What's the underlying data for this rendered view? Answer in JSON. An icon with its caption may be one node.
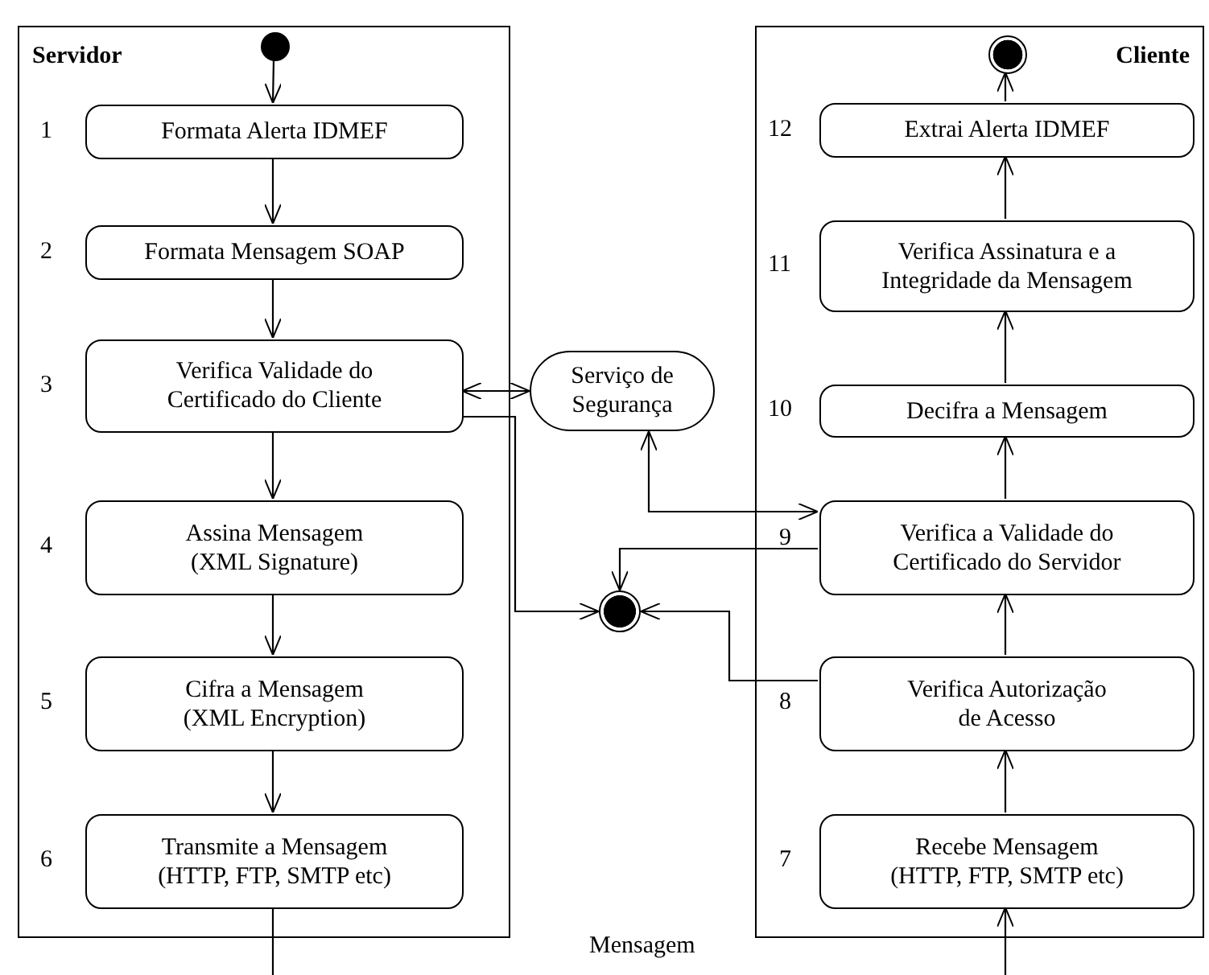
{
  "diagram": {
    "nodes": [
      {
        "text": [
          "Servidor"
        ]
      },
      {
        "text": [],
        "shape": "circle",
        "in": 0
      },
      {
        "text": [
          "Formata Alerta IDMEF"
        ],
        "beside": [
          "1"
        ],
        "in": 0
      },
      {
        "text": [
          "Formata Mensagem SOAP"
        ],
        "beside": [
          "2"
        ],
        "in": 0
      },
      {
        "text": [
          "Verifica Validade do Certificado do Cliente"
        ],
        "beside": [
          "3"
        ],
        "in": 0
      },
      {
        "text": [
          "Assina Mensagem (XML Signature)"
        ],
        "beside": [
          "4"
        ],
        "in": 0
      },
      {
        "text": [
          "Cifra a Mensagem (XML Encryption)"
        ],
        "beside": [
          "5"
        ],
        "in": 0
      },
      {
        "text": [
          "Transmite a Mensagem (HTTP, FTP, SMTP etc)"
        ],
        "beside": [
          "6"
        ],
        "in": 0
      },
      {
        "text": [
          "Serviço de Segurança"
        ]
      },
      {
        "text": [],
        "shape": "circle"
      },
      {
        "text": [
          "Cliente"
        ]
      },
      {
        "text": [],
        "shape": "circle",
        "in": 10
      },
      {
        "text": [
          "Extrai Alerta IDMEF"
        ],
        "beside": [
          "12"
        ],
        "in": 10
      },
      {
        "text": [
          "Verifica Assinatura e a Integridade da Mensagem"
        ],
        "beside": [
          "11"
        ],
        "in": 10
      },
      {
        "text": [
          "Decifra a Mensagem"
        ],
        "beside": [
          "10"
        ],
        "in": 10
      },
      {
        "text": [
          "Verifica a Validade do Certificado do Servidor"
        ],
        "beside": [
          "9"
        ],
        "in": 10
      },
      {
        "text": [
          "Verifica Autorização de Acesso"
        ],
        "beside": [
          "8"
        ],
        "in": 10
      },
      {
        "text": [
          "Recebe Mensagem (HTTP, FTP, SMTP etc)"
        ],
        "beside": [
          "7"
        ],
        "in": 10
      }
    ],
    "edges": [
      {
        "from": 1,
        "to": 2,
        "arrow": "to"
      },
      {
        "from": 2,
        "to": 3,
        "arrow": "to"
      },
      {
        "from": 3,
        "to": 4,
        "arrow": "to"
      },
      {
        "from": 4,
        "to": 5,
        "arrow": "to"
      },
      {
        "from": 5,
        "to": 6,
        "arrow": "to"
      },
      {
        "from": 6,
        "to": 7,
        "arrow": "to"
      },
      {
        "from": 7,
        "to": null,
        "arrow": "none"
      },
      {
        "from": 4,
        "to": 8,
        "arrow": "both"
      },
      {
        "from": 4,
        "to": 9,
        "arrow": "to"
      },
      {
        "from": 8,
        "to": 15,
        "arrow": "both"
      },
      {
        "from": 15,
        "to": 9,
        "arrow": "to"
      },
      {
        "from": 16,
        "to": 9,
        "arrow": "to"
      },
      {
        "from": null,
        "to": 17,
        "arrow": "to"
      },
      {
        "from": 17,
        "to": 16,
        "arrow": "to"
      },
      {
        "from": 16,
        "to": 15,
        "arrow": "to"
      },
      {
        "from": 15,
        "to": 14,
        "arrow": "to"
      },
      {
        "from": 14,
        "to": 13,
        "arrow": "to"
      },
      {
        "from": 13,
        "to": 12,
        "arrow": "to"
      },
      {
        "from": 12,
        "to": 11,
        "arrow": "to"
      }
    ],
    "labels": [
      "Mensagem"
    ]
  }
}
